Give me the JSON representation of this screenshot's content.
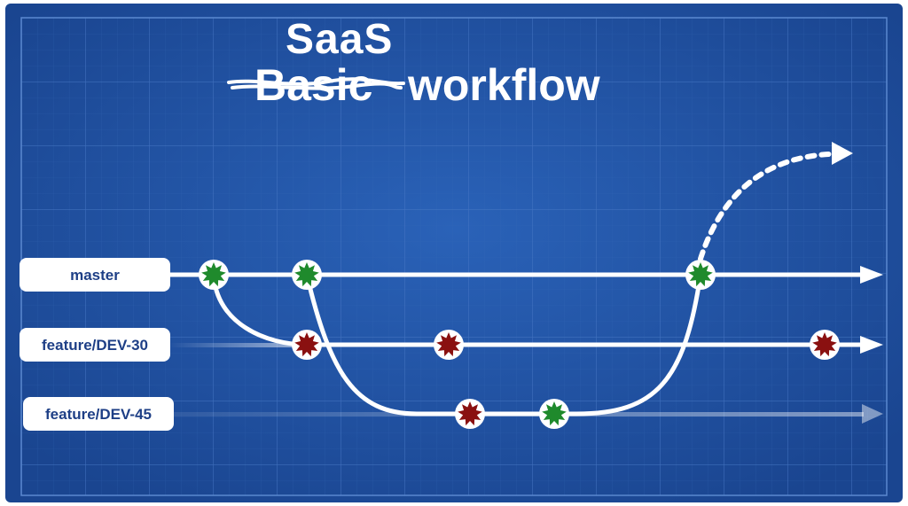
{
  "title": {
    "handwritten": "SaaS",
    "struck": "Basic",
    "main": "workflow"
  },
  "branches": [
    {
      "id": "master",
      "label": "master"
    },
    {
      "id": "dev30",
      "label": "feature/DEV-30"
    },
    {
      "id": "dev45",
      "label": "feature/DEV-45"
    }
  ],
  "colors": {
    "background": "#1f4f9f",
    "grid_line": "#3a6bbd",
    "line": "#ffffff",
    "label_text": "#1e3f86",
    "commit_green": "#1f8a2c",
    "commit_red": "#8a1010"
  }
}
